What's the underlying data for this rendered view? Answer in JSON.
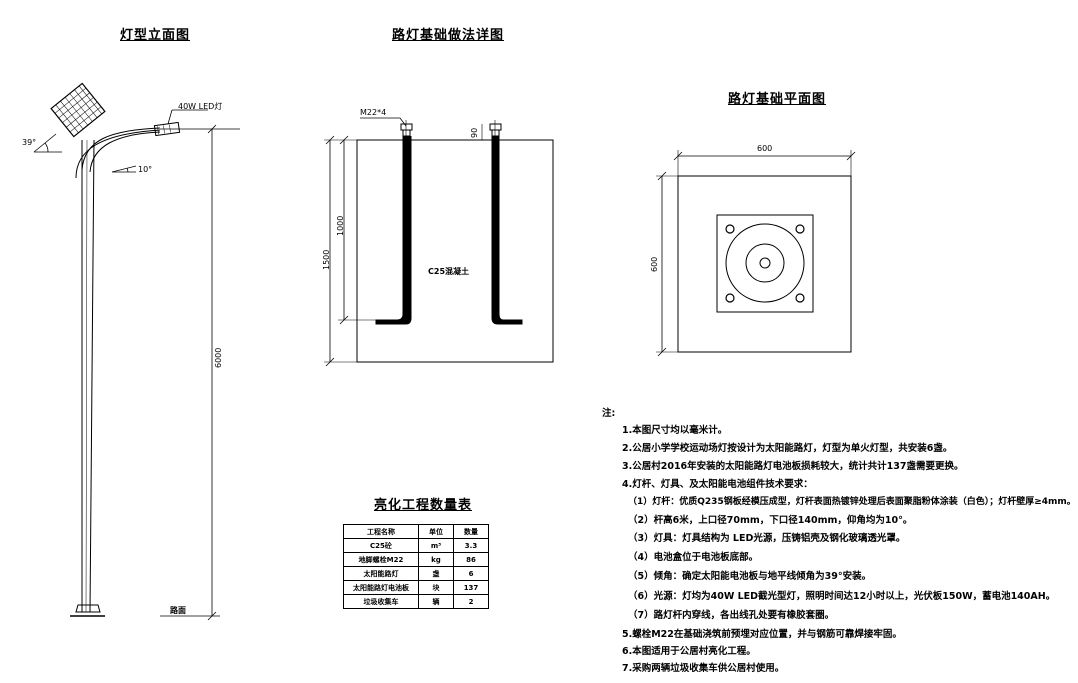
{
  "titles": {
    "elevation": "灯型立面图",
    "foundation_detail": "路灯基础做法详图",
    "foundation_plan": "路灯基础平面图",
    "quantity_table": "亮化工程数量表"
  },
  "elevation": {
    "lamp_label": "40W LED灯",
    "panel_angle": "39°",
    "arm_angle": "10°",
    "height_dim": "6000",
    "road_label": "路面"
  },
  "detail": {
    "bolt_label": "M22*4",
    "top_dim": "90",
    "dim_1000": "1000",
    "dim_1500": "1500",
    "concrete_label": "C25混凝土"
  },
  "plan": {
    "width_dim": "600",
    "height_dim": "600"
  },
  "table": {
    "header": [
      "工程名称",
      "单位",
      "数量"
    ],
    "rows": [
      [
        "C25砼",
        "m³",
        "3.3"
      ],
      [
        "地脚螺栓M22",
        "kg",
        "86"
      ],
      [
        "太阳能路灯",
        "盏",
        "6"
      ],
      [
        "太阳能路灯电池板",
        "块",
        "137"
      ],
      [
        "垃圾收集车",
        "辆",
        "2"
      ]
    ]
  },
  "notes": {
    "heading": "注:",
    "lines": [
      "1.本图尺寸均以毫米计。",
      "2.公居小学学校运动场灯按设计为太阳能路灯，灯型为单火灯型，共安装6盏。",
      "3.公居村2016年安装的太阳能路灯电池板损耗较大，统计共计137盏需要更换。",
      "4.灯杆、灯具、及太阳能电池组件技术要求：",
      "（1）灯杆：优质Q235钢板经模压成型，灯杆表面热镀锌处理后表面聚脂粉体涂装（白色）；灯杆壁厚≥4mm。",
      "（2）杆高6米，上口径70mm，下口径140mm，仰角均为10°。",
      "（3）灯具：灯具结构为 LED光源，压铸铝壳及钢化玻璃透光罩。",
      "（4）电池盒位于电池板底部。",
      "（5）倾角：确定太阳能电池板与地平线倾角为39°安装。",
      "（6）光源：灯均为40W LED截光型灯，照明时间达12小时以上，光伏板150W，蓄电池140AH。",
      "（7）路灯杆内穿线，各出线孔处要有橡胶套圈。",
      "5.螺栓M22在基础浇筑前预埋对应位置，并与钢筋可靠焊接牢固。",
      "6.本图适用于公居村亮化工程。",
      "7.采购两辆垃圾收集车供公居村使用。"
    ]
  }
}
